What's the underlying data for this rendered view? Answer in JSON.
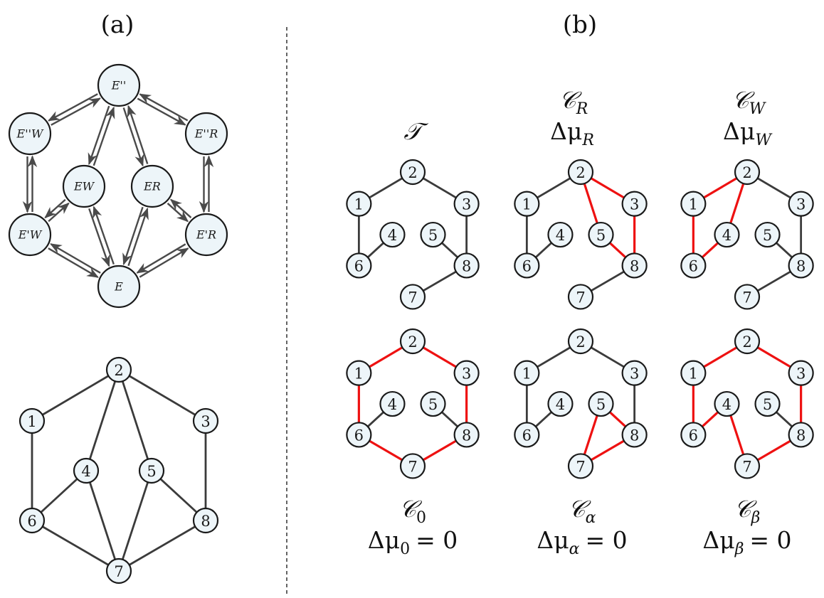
{
  "panels": {
    "a": "(a)",
    "b": "(b)"
  },
  "state_graph": {
    "states": [
      "E''",
      "E''W",
      "E''R",
      "EW",
      "ER",
      "E'W",
      "E'R",
      "E"
    ]
  },
  "numbered_graph": {
    "nodes": [
      "1",
      "2",
      "3",
      "4",
      "5",
      "6",
      "7",
      "8"
    ],
    "edges": [
      [
        "1",
        "2"
      ],
      [
        "2",
        "3"
      ],
      [
        "2",
        "4"
      ],
      [
        "2",
        "5"
      ],
      [
        "1",
        "6"
      ],
      [
        "3",
        "8"
      ],
      [
        "4",
        "6"
      ],
      [
        "4",
        "7"
      ],
      [
        "5",
        "7"
      ],
      [
        "5",
        "8"
      ],
      [
        "6",
        "7"
      ],
      [
        "7",
        "8"
      ]
    ]
  },
  "subgraphs": [
    {
      "title_main": "𝒯",
      "title_sub": "",
      "caption_main": "",
      "caption_sub": "",
      "tree": [
        [
          "1",
          "2"
        ],
        [
          "2",
          "3"
        ],
        [
          "1",
          "6"
        ],
        [
          "4",
          "6"
        ],
        [
          "5",
          "8"
        ],
        [
          "3",
          "8"
        ],
        [
          "7",
          "8"
        ]
      ],
      "highlight": []
    },
    {
      "title_main": "𝒞",
      "title_sub": "R",
      "delta_label": "Δμ",
      "delta_sub": "R",
      "tree": [
        [
          "1",
          "2"
        ],
        [
          "1",
          "6"
        ],
        [
          "4",
          "6"
        ],
        [
          "7",
          "8"
        ]
      ],
      "highlight": [
        [
          "2",
          "3"
        ],
        [
          "2",
          "5"
        ],
        [
          "3",
          "8"
        ],
        [
          "5",
          "8"
        ]
      ]
    },
    {
      "title_main": "𝒞",
      "title_sub": "W",
      "delta_label": "Δμ",
      "delta_sub": "W",
      "tree": [
        [
          "2",
          "3"
        ],
        [
          "3",
          "8"
        ],
        [
          "5",
          "8"
        ],
        [
          "7",
          "8"
        ]
      ],
      "highlight": [
        [
          "1",
          "2"
        ],
        [
          "2",
          "4"
        ],
        [
          "1",
          "6"
        ],
        [
          "4",
          "6"
        ]
      ]
    },
    {
      "caption_main": "𝒞",
      "caption_sub": "0",
      "delta_label": "Δμ",
      "delta_sub": "0",
      "delta_value": "= 0",
      "tree": [
        [
          "4",
          "6"
        ],
        [
          "5",
          "8"
        ]
      ],
      "highlight": [
        [
          "1",
          "2"
        ],
        [
          "2",
          "3"
        ],
        [
          "1",
          "6"
        ],
        [
          "3",
          "8"
        ],
        [
          "6",
          "7"
        ],
        [
          "7",
          "8"
        ]
      ]
    },
    {
      "caption_main": "𝒞",
      "caption_sub": "α",
      "delta_label": "Δμ",
      "delta_sub": "α",
      "delta_value": "= 0",
      "tree": [
        [
          "1",
          "2"
        ],
        [
          "2",
          "3"
        ],
        [
          "1",
          "6"
        ],
        [
          "4",
          "6"
        ],
        [
          "3",
          "8"
        ]
      ],
      "highlight": [
        [
          "5",
          "7"
        ],
        [
          "5",
          "8"
        ],
        [
          "7",
          "8"
        ]
      ]
    },
    {
      "caption_main": "𝒞",
      "caption_sub": "β",
      "delta_label": "Δμ",
      "delta_sub": "β",
      "delta_value": "= 0",
      "tree": [
        [
          "5",
          "8"
        ]
      ],
      "highlight": [
        [
          "1",
          "2"
        ],
        [
          "2",
          "3"
        ],
        [
          "1",
          "6"
        ],
        [
          "4",
          "6"
        ],
        [
          "4",
          "7"
        ],
        [
          "7",
          "8"
        ],
        [
          "3",
          "8"
        ]
      ]
    }
  ]
}
